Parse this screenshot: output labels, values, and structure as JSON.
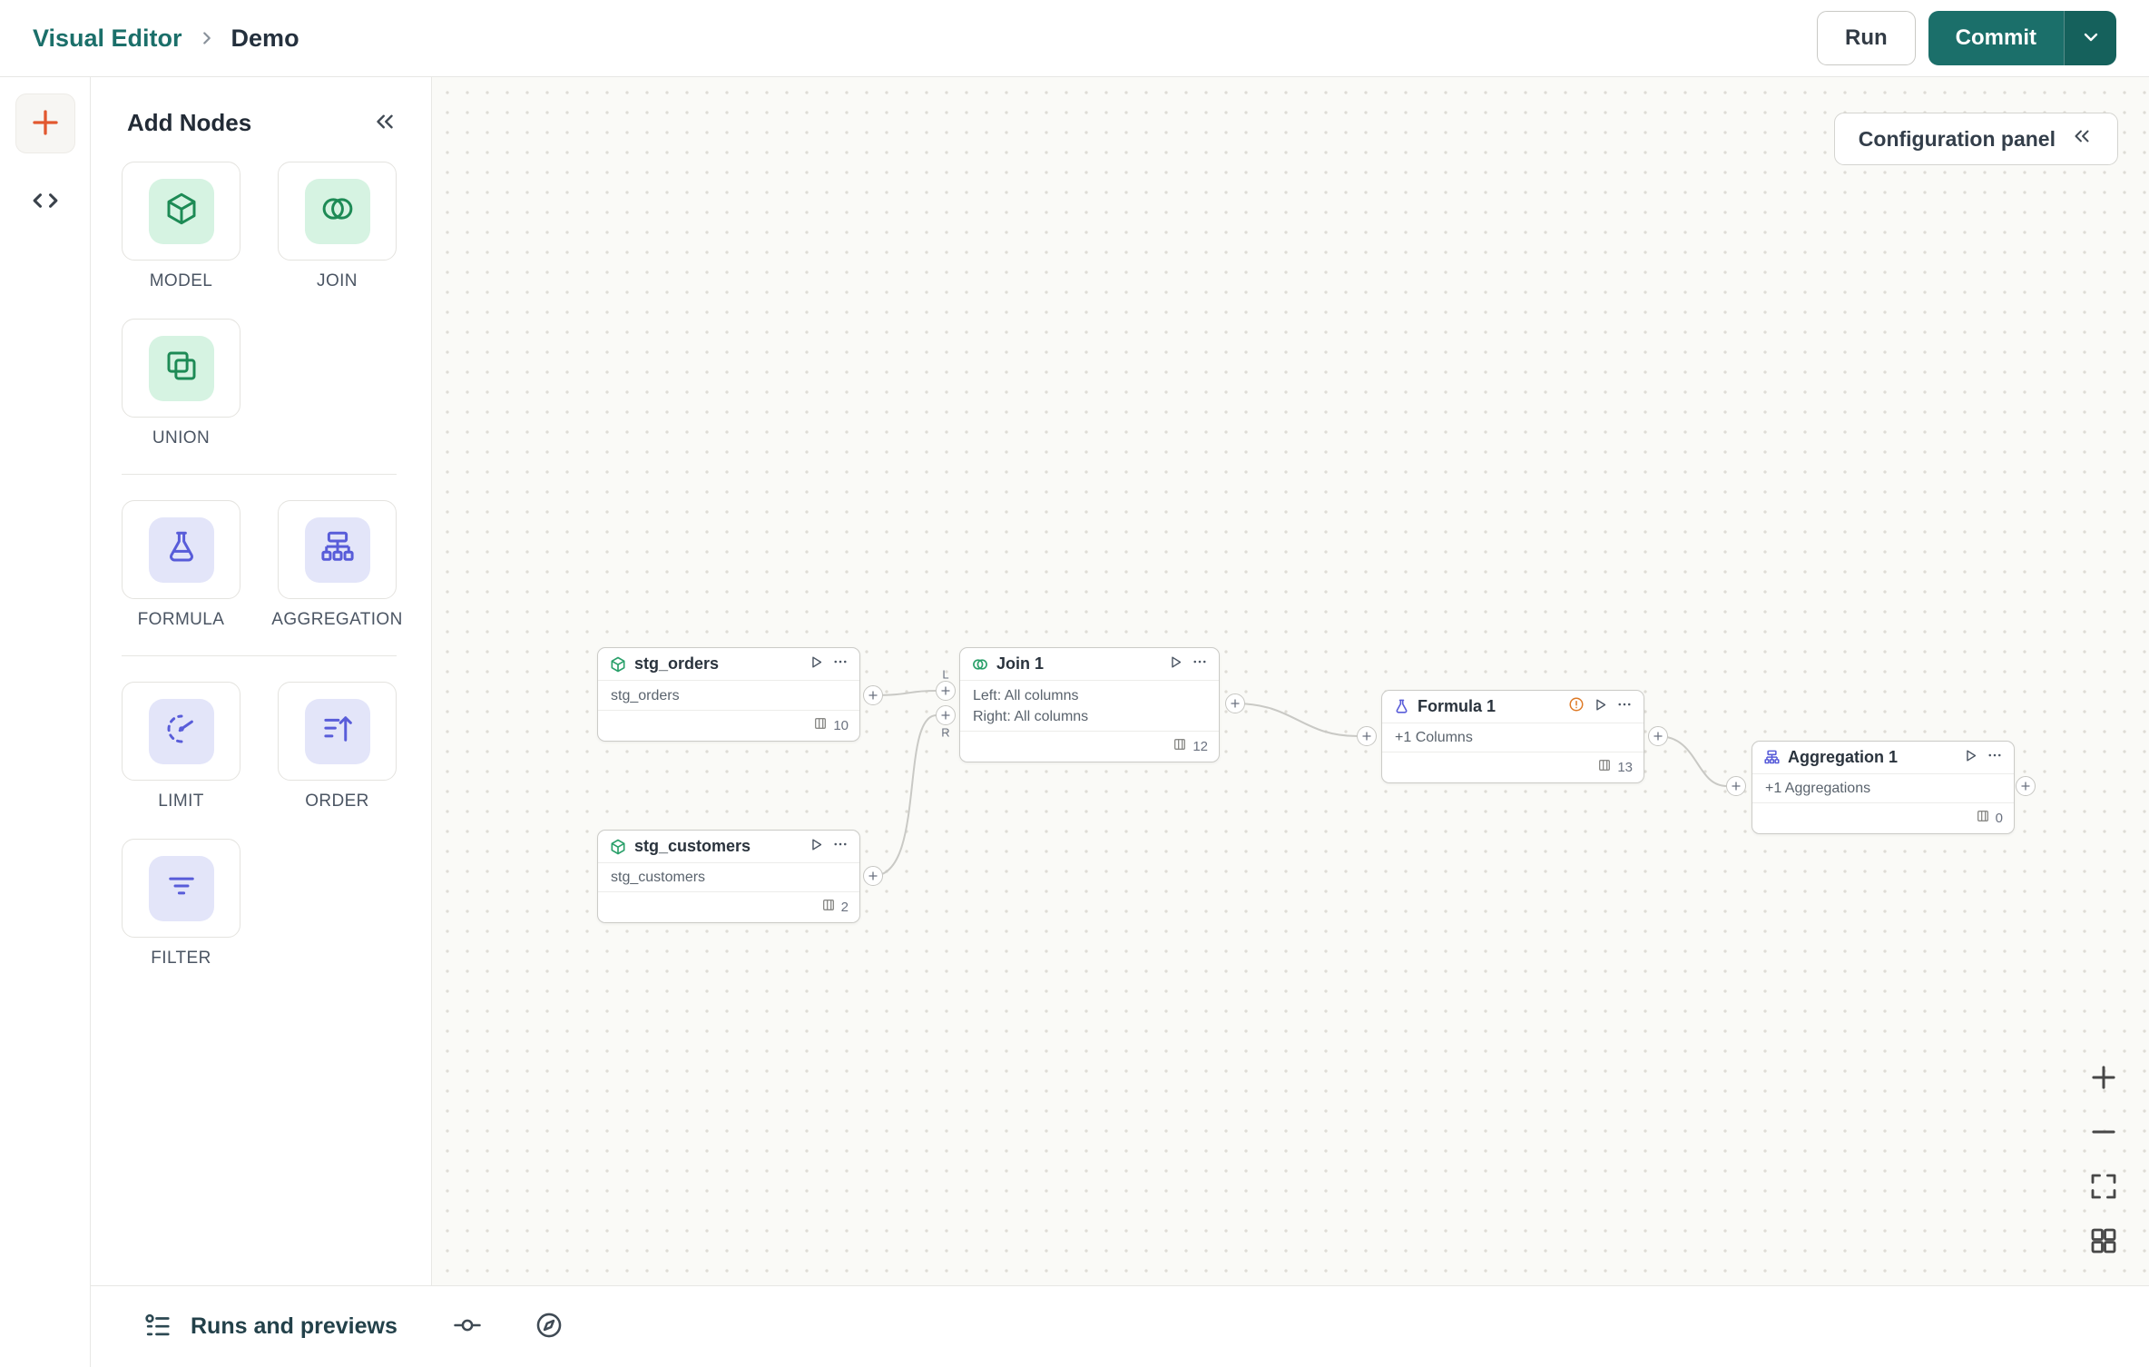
{
  "topbar": {
    "breadcrumb": {
      "root": "Visual Editor",
      "current": "Demo"
    },
    "run_label": "Run",
    "commit_label": "Commit"
  },
  "palette": {
    "title": "Add Nodes",
    "groups": [
      {
        "items": [
          {
            "label": "MODEL"
          },
          {
            "label": "JOIN"
          },
          {
            "label": "UNION"
          }
        ]
      },
      {
        "items": [
          {
            "label": "FORMULA"
          },
          {
            "label": "AGGREGATION"
          }
        ]
      },
      {
        "items": [
          {
            "label": "LIMIT"
          },
          {
            "label": "ORDER"
          },
          {
            "label": "FILTER"
          }
        ]
      }
    ]
  },
  "canvas": {
    "config_panel_label": "Configuration panel",
    "nodes": {
      "stg_orders": {
        "title": "stg_orders",
        "row": "stg_orders",
        "count": "10"
      },
      "stg_customers": {
        "title": "stg_customers",
        "row": "stg_customers",
        "count": "2"
      },
      "join": {
        "title": "Join 1",
        "row_left": "Left: All columns",
        "row_right": "Right: All columns",
        "count": "12",
        "port_left": "L",
        "port_right": "R"
      },
      "formula": {
        "title": "Formula 1",
        "row": "+1 Columns",
        "count": "13"
      },
      "aggregation": {
        "title": "Aggregation 1",
        "row": "+1 Aggregations",
        "count": "0"
      }
    }
  },
  "bottombar": {
    "runs_label": "Runs and previews"
  },
  "colors": {
    "teal": "#1b6f6a",
    "teal_dark": "#15615c",
    "green": "#1d8a55",
    "green_bg": "#d6f3e2",
    "purple": "#585cd9",
    "purple_bg": "#e3e5f9",
    "orange_plus": "#e2582f",
    "warning": "#de7a26"
  }
}
